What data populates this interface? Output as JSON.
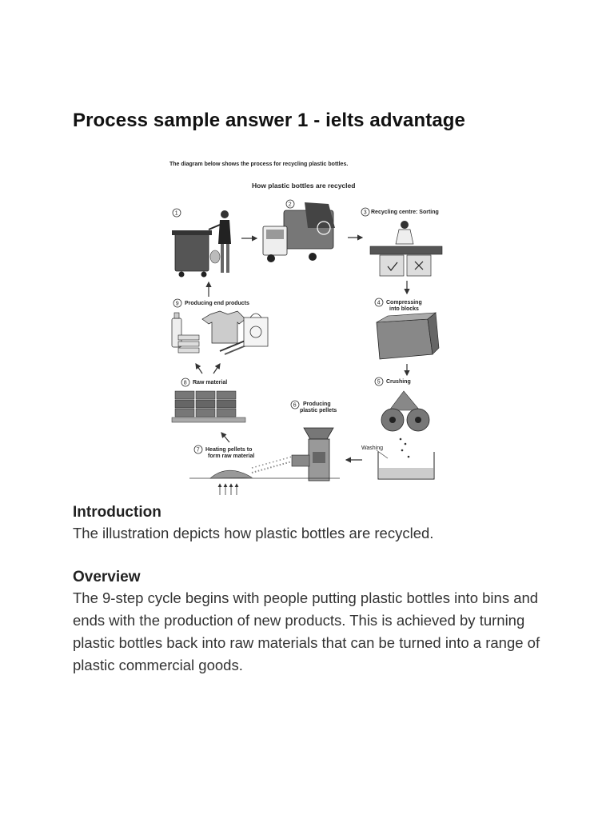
{
  "title": "Process sample answer 1 - ielts advantage",
  "diagram": {
    "caption": "The diagram below shows the process for recycling plastic bottles.",
    "heading": "How plastic bottles are recycled",
    "steps": [
      {
        "num": "1",
        "label": ""
      },
      {
        "num": "2",
        "label": ""
      },
      {
        "num": "3",
        "label": "Recycling centre: Sorting"
      },
      {
        "num": "4",
        "label": "Compressing",
        "label2": "into blocks"
      },
      {
        "num": "5",
        "label": "Crushing"
      },
      {
        "num": "6",
        "label": "Producing",
        "label2": "plastic pellets"
      },
      {
        "num": "7",
        "label": "Heating pellets to",
        "label2": "form raw material"
      },
      {
        "num": "8",
        "label": "Raw material"
      },
      {
        "num": "9",
        "label": "Producing end products"
      }
    ],
    "washing_label": "Washing"
  },
  "introduction": {
    "heading": "Introduction",
    "body": "The illustration depicts how plastic bottles are recycled."
  },
  "overview": {
    "heading": "Overview",
    "body": "The 9-step cycle begins with people putting plastic bottles into bins and ends with the production of new products. This is achieved by turning plastic bottles back into raw materials that can be turned into a range of plastic commercial goods."
  }
}
